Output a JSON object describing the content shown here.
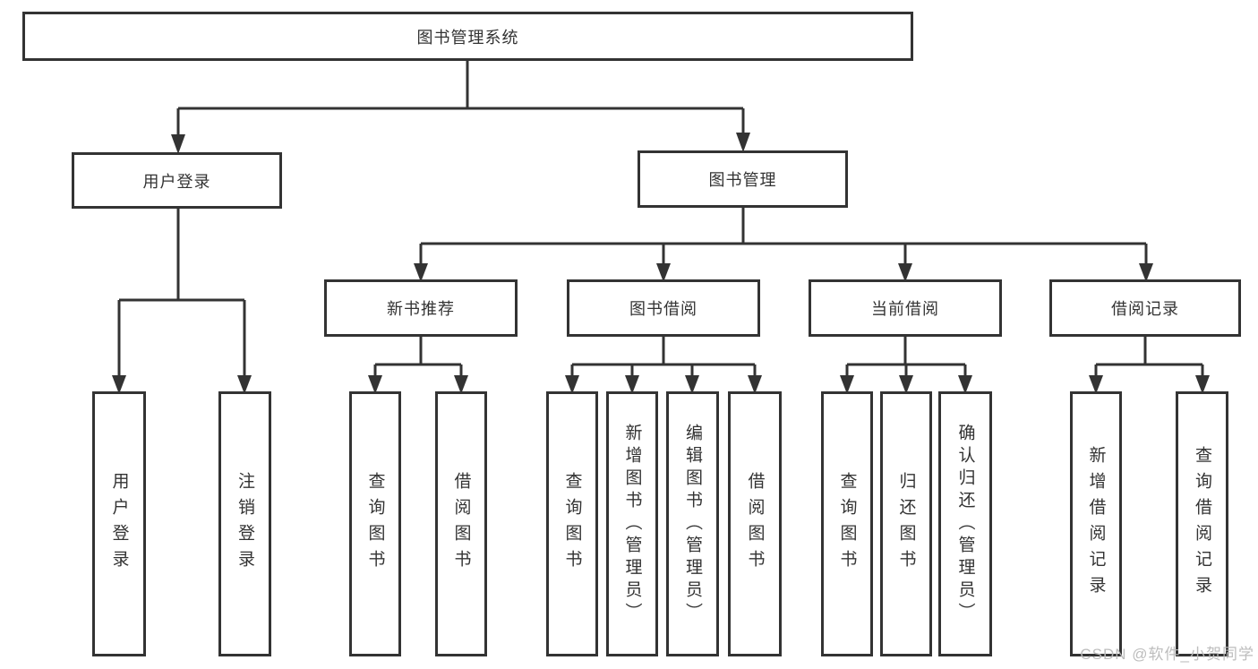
{
  "diagram": {
    "watermark": "CSDN @软件_小贺同学",
    "colors": {
      "line": "#333333",
      "box_border": "#333333",
      "box_fill": "#ffffff",
      "text": "#333333",
      "watermark": "#b9b9b9"
    },
    "nodes": {
      "root": {
        "label": "图书管理系统"
      },
      "user_login": {
        "label": "用户登录"
      },
      "book_management": {
        "label": "图书管理"
      },
      "new_book_recommend": {
        "label": "新书推荐"
      },
      "book_borrow": {
        "label": "图书借阅"
      },
      "current_borrow": {
        "label": "当前借阅"
      },
      "borrow_record": {
        "label": "借阅记录"
      },
      "leaf_user_login": {
        "label": "用户登录"
      },
      "leaf_logout": {
        "label": "注销登录"
      },
      "leaf_recommend_query_book": {
        "label": "查询图书"
      },
      "leaf_recommend_borrow_book": {
        "label": "借阅图书"
      },
      "leaf_borrow_query_book": {
        "label": "查询图书"
      },
      "leaf_borrow_add_book": {
        "label": "新增图书（管理员）"
      },
      "leaf_borrow_edit_book": {
        "label": "编辑图书（管理员）"
      },
      "leaf_borrow_borrow_book": {
        "label": "借阅图书"
      },
      "leaf_current_query_book": {
        "label": "查询图书"
      },
      "leaf_current_return_book": {
        "label": "归还图书"
      },
      "leaf_current_confirm_return": {
        "label": "确认归还（管理员）"
      },
      "leaf_record_add": {
        "label": "新增借阅记录"
      },
      "leaf_record_query": {
        "label": "查询借阅记录"
      }
    }
  }
}
